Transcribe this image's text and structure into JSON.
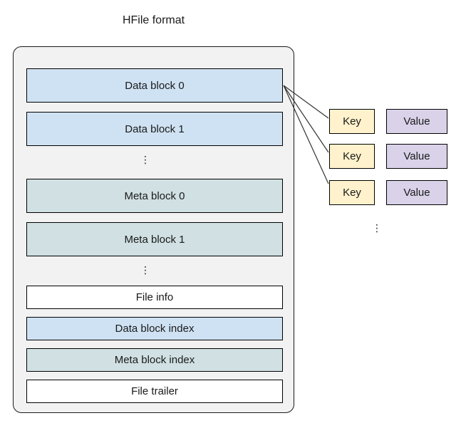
{
  "title": "HFile format",
  "colors": {
    "data_block_fill": "#cfe2f3",
    "meta_block_fill": "#d0e0e3",
    "plain_block_fill": "#ffffff",
    "key_fill": "#fff2cc",
    "value_fill": "#d9d2e9",
    "container_fill": "#f2f2f2",
    "border": "#000000",
    "connector": "#333333"
  },
  "container": {
    "blocks": [
      {
        "label": "Data block 0"
      },
      {
        "label": "Data block 1"
      },
      {
        "label": "⋮"
      },
      {
        "label": "Meta block 0"
      },
      {
        "label": "Meta block 1"
      },
      {
        "label": "⋮"
      },
      {
        "label": "File info"
      },
      {
        "label": "Data block index"
      },
      {
        "label": "Meta block index"
      },
      {
        "label": "File trailer"
      }
    ]
  },
  "kv": {
    "rows": [
      {
        "key": "Key",
        "value": "Value"
      },
      {
        "key": "Key",
        "value": "Value"
      },
      {
        "key": "Key",
        "value": "Value"
      }
    ],
    "ellipsis": "⋮"
  }
}
